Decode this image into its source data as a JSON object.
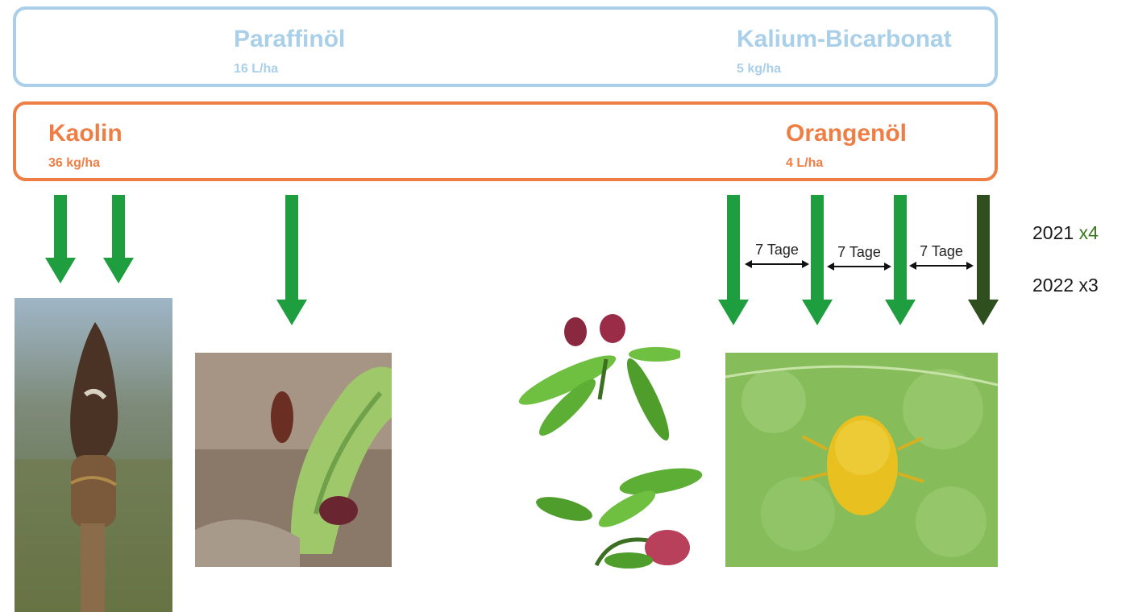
{
  "top_band": {
    "color": "#a9cfe9",
    "items": [
      {
        "name": "Paraffinöl",
        "dose": "16 L/ha"
      },
      {
        "name": "Kalium-Bicarbonat",
        "dose": "5 kg/ha"
      }
    ]
  },
  "bottom_band": {
    "color": "#ef7e45",
    "items": [
      {
        "name": "Kaolin",
        "dose": "36 kg/ha"
      },
      {
        "name": "Orangenöl",
        "dose": "4 L/ha"
      }
    ]
  },
  "arrow_colors": {
    "main": "#1f9e3f",
    "dark": "#2f4f1e"
  },
  "intervals": [
    "7 Tage",
    "7 Tage",
    "7 Tage"
  ],
  "legend": {
    "line1_year": "2021",
    "line1_count": "x4",
    "line1_count_color": "#3a7a1f",
    "line2": "2022 x3"
  },
  "photos": [
    "pear bud",
    "emerging pear leaf with psyllid",
    "young pear fruitlets",
    "mite under magnification"
  ]
}
